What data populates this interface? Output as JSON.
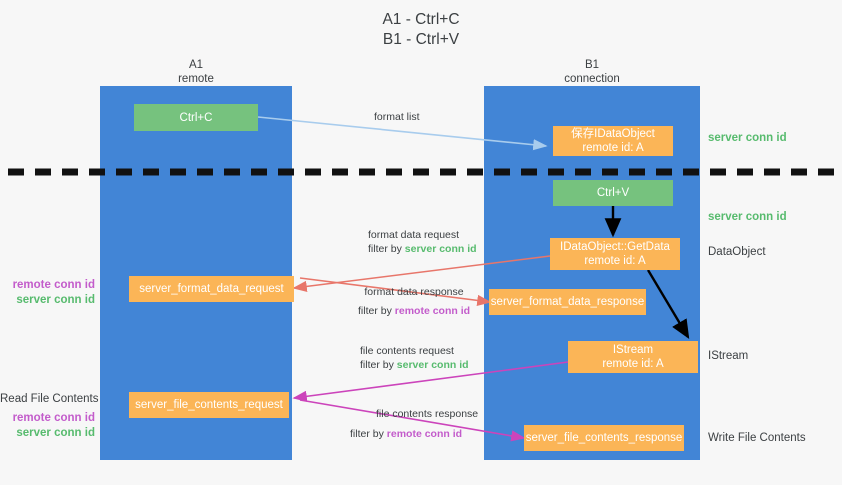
{
  "title": {
    "line1": "A1 - Ctrl+C",
    "line2": "B1 - Ctrl+V"
  },
  "colors": {
    "lane": "#4285d6",
    "green_node": "#76c27e",
    "orange_node": "#fbb557",
    "server_conn_id": "#57bb6e",
    "remote_conn_id": "#c35ccb",
    "format_list_arrow": "#a8cced",
    "format_data_arrow": "#e8766a",
    "file_contents_arrow": "#cc44bb",
    "black_arrow": "#000000",
    "background": "#f7f7f7"
  },
  "columns": [
    {
      "name": "A1",
      "sub": "remote"
    },
    {
      "name": "B1",
      "sub": "connection"
    }
  ],
  "nodes": {
    "ctrl_c": {
      "label": "Ctrl+C"
    },
    "save_idataobject": {
      "line1": "保存IDataObject",
      "line2": "remote id: A"
    },
    "ctrl_v": {
      "label": "Ctrl+V"
    },
    "getdata": {
      "line1": "IDataObject::GetData",
      "line2": "remote id: A"
    },
    "server_format_data_request": {
      "label": "server_format_data_request"
    },
    "server_format_data_response": {
      "label": "server_format_data_response"
    },
    "istream": {
      "line1": "IStream",
      "line2": "remote id: A"
    },
    "server_file_contents_request": {
      "label": "server_file_contents_request"
    },
    "server_file_contents_response": {
      "label": "server_file_contents_response"
    }
  },
  "edge_labels": {
    "format_list": {
      "line1": "format list"
    },
    "format_data_request": {
      "line1": "format data request",
      "line2_prefix": "filter by ",
      "line2_token": "server conn id",
      "token_kind": "server"
    },
    "format_data_response": {
      "line1": "format data response",
      "line2_prefix": "filter by ",
      "line2_token": "remote conn id",
      "token_kind": "remote"
    },
    "file_contents_request": {
      "line1": "file contents request",
      "line2_prefix": "filter by ",
      "line2_token": "server conn id",
      "token_kind": "server"
    },
    "file_contents_response": {
      "line1": "file contents response",
      "line2_prefix": "filter by ",
      "line2_token": "remote conn id",
      "token_kind": "remote"
    }
  },
  "right_annotations": [
    {
      "text": "server conn id",
      "kind": "server"
    },
    {
      "text": "server conn id",
      "kind": "server"
    },
    {
      "text": "DataObject",
      "kind": "plain"
    },
    {
      "text": "IStream",
      "kind": "plain"
    },
    {
      "text": "Write File Contents",
      "kind": "plain"
    }
  ],
  "left_annotations": {
    "group1": [
      {
        "text": "remote conn id",
        "kind": "remote"
      },
      {
        "text": "server conn id",
        "kind": "server"
      }
    ],
    "read_file_contents": "Read File Contents",
    "group2": [
      {
        "text": "remote conn id",
        "kind": "remote"
      },
      {
        "text": "server conn id",
        "kind": "server"
      }
    ]
  }
}
